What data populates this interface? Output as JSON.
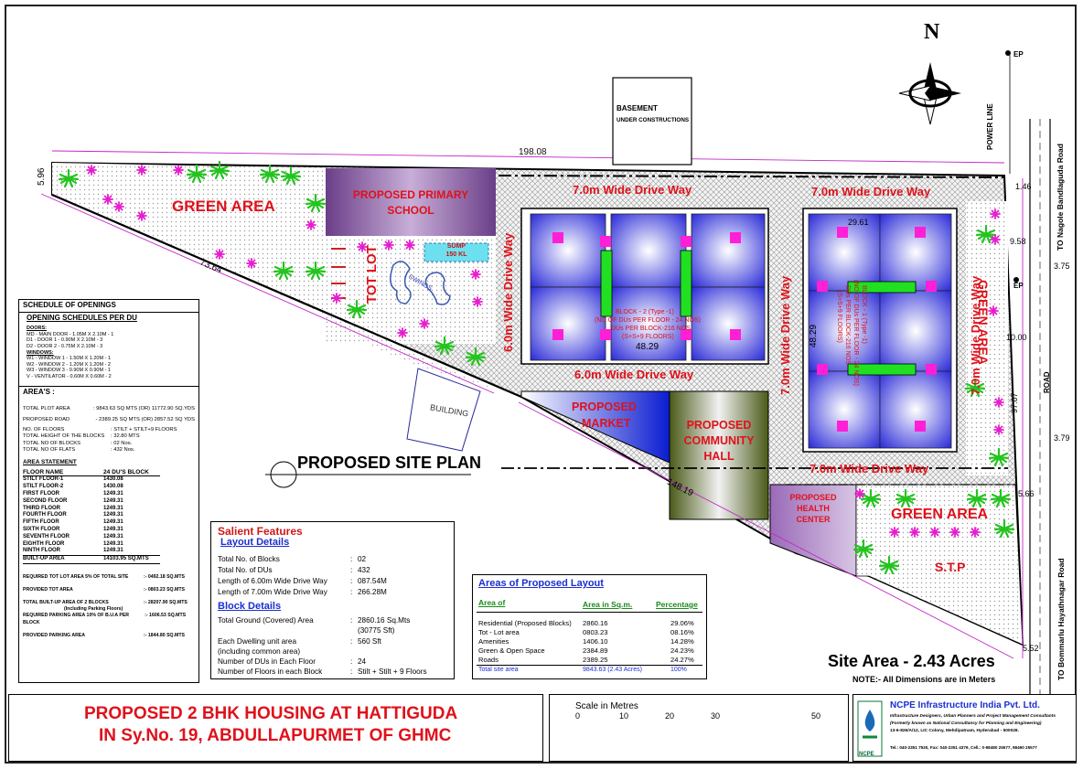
{
  "north_label": "N",
  "basement_label": [
    "BASEMENT",
    "UNDER CONSTRUCTIONS"
  ],
  "power_line": "POWER LINE",
  "ep_label": "EP",
  "road_top": "TO  Nagole Bandlaguda Road",
  "road_bottom": "TO  Bommarlu Hayathnagar Road",
  "road_mid": "ROAD",
  "dims": {
    "top": "198.08",
    "left_top": "5.96",
    "diag_upper": "73.64",
    "diag_lower": "148.19",
    "right1": "1.46",
    "right2": "9.58",
    "right3": "3.75",
    "right4": "10.00",
    "right5": "97.07",
    "right6": "3.79",
    "right7": "5.66",
    "right8": "5.52",
    "block_w1": "29.61",
    "block_w2": "48.29",
    "block_h2": "48.29"
  },
  "zones": {
    "green_area_left": "GREEN AREA",
    "school": [
      "PROPOSED PRIMARY",
      "SCHOOL"
    ],
    "tot_lot": "TOT LOT",
    "sump": [
      "SUMP",
      "150 KL"
    ],
    "swings": "SWINGS",
    "market": [
      "PROPOSED",
      "MARKET"
    ],
    "community": [
      "PROPOSED",
      "COMMUNITY",
      "HALL"
    ],
    "health": [
      "PROPOSED",
      "HEALTH",
      "CENTER"
    ],
    "green_area_right": "GREEN AREA",
    "green_area_side": "GREEN AREA",
    "stp": "S.T.P",
    "building": "BUILDING",
    "drive_top_left": "7.0m Wide Drive Way",
    "drive_top_right": "7.0m Wide Drive Way",
    "drive_bottom": "7.0m Wide Drive Way",
    "drive_6_bottom": "6.0m Wide Drive Way",
    "drive_6_left": "6.0m Wide Drive Way",
    "drive_7_mid": "7.0m Wide Drive Way",
    "drive_7_right": "7.0m Wide Drive Way",
    "block2_text": [
      "BLOCK - 2 (Type -1)",
      "(NO OF DUs PER FLOOR - 24 NOS)",
      "DUs PER BLOCK-216 NOS",
      "(S+S+9 FLOORS)"
    ],
    "block1_text": [
      "BLOCK - 1 (Type -1)",
      "(NO OF DUs PER FLOOR - 24 NOS)",
      "DUs PER BLOCK-216 NOS",
      "(S+S+9 FLOORS)"
    ]
  },
  "plan_title": "PROPOSED SITE PLAN",
  "schedule": {
    "title": "SCHEDULE OF OPENINGS",
    "subtitle": "OPENING SCHEDULES PER DU",
    "doors_head": "DOORS:",
    "doors": [
      "MD   - MAIN DOOR   - 1.05M X 2.10M  - 1",
      "D1   - DOOR 1      - 0.90M X 2.10M  - 3",
      "D2   - DOOR 2      - 0.75M X 2.10M  - 3"
    ],
    "windows_head": "WINDOWS:",
    "windows": [
      "W1   - WINDOW 1    - 1.50M X 1.20M  - 1",
      "W2   - WINDOW 2    - 1.20M X 1.20M  - 2",
      "W3   - WINDOW 3    - 0.90M X 0.90M  - 1",
      "V    - VENTILATOR  - 0.60M X 0.60M  - 2"
    ],
    "areas_head": "AREA'S :",
    "areas": [
      [
        "TOTAL PLOT AREA",
        ": 9843.63 SQ MTS (OR) 11772.90 SQ.YDS"
      ],
      [
        "PROPOSED ROAD",
        "- 2389.25 SQ MTS (OR) 2857.52 SQ YDS"
      ]
    ],
    "floors": [
      [
        "NO. OF FLOORS",
        ": STILT + STILT+9 FLOORS"
      ],
      [
        "TOTAL HEIGHT OF THE BLOCKS",
        ": 32.80 MTS"
      ],
      [
        "TOTAL NO OF BLOCKS",
        ": 02 Nos."
      ],
      [
        "TOTAL NO OF FLATS",
        ": 432 Nos."
      ]
    ],
    "statement_head": "AREA STATEMENT",
    "floor_head": [
      "FLOOR NAME",
      "24 DU'S BLOCK"
    ],
    "floor_rows": [
      [
        "STILT FLOOR-1",
        "1430.08"
      ],
      [
        "STILT FLOOR-2",
        "1430.08"
      ],
      [
        "FIRST FLOOR",
        "1249.31"
      ],
      [
        "SECOND FLOOR",
        "1249.31"
      ],
      [
        "THIRD FLOOR",
        "1249.31"
      ],
      [
        "FOURTH FLOOR",
        "1249.31"
      ],
      [
        "FIFTH FLOOR",
        "1249.31"
      ],
      [
        "SIXTH FLOOR",
        "1249.31"
      ],
      [
        "SEVENTH FLOOR",
        "1249.31"
      ],
      [
        "EIGHTH FLOOR",
        "1249.31"
      ],
      [
        "NINTH FLOOR",
        "1249.31"
      ],
      [
        "BUILT-UP AREA",
        "14103.95 SQ.MTS"
      ]
    ],
    "req_rows": [
      [
        "REQUIRED TOT LOT AREA  5% OF TOTAL SITE",
        ":- 0492.18 SQ.MTS"
      ],
      [
        "PROVIDED TOT AREA",
        ":- 0803.23 SQ.MTS"
      ],
      [
        "TOTAL BUILT-UP AREA OF 2 BLOCKS",
        ":- 28207.90 SQ.MTS"
      ],
      [
        "(Including Parking Floors)",
        ""
      ],
      [
        "REQUIRED PARKING AREA 10% OF B.U.A PER BLOCK",
        ":- 1606.53 SQ.MTS"
      ],
      [
        "PROVIDED PARKING  AREA",
        ":- 1844.80 SQ.MTS"
      ]
    ]
  },
  "salient": {
    "title": "Salient Features",
    "layout_head": "Layout Details",
    "layout_rows": [
      [
        "Total No. of Blocks",
        ":",
        "02"
      ],
      [
        "Total No. of DUs",
        ":",
        "432"
      ],
      [
        "Length of 6.00m Wide Drive Way",
        ":",
        "087.54M"
      ],
      [
        "Length of 7.00m Wide Drive Way",
        ":",
        "266.28M"
      ]
    ],
    "block_head": "Block Details",
    "block_rows": [
      [
        "Total Ground (Covered) Area",
        ":",
        "2860.16 Sq.Mts"
      ],
      [
        "",
        "",
        "(30775 Sft)"
      ],
      [
        "Each Dwelling unit area",
        ":",
        "560 Sft"
      ],
      [
        "(including common area)",
        "",
        ""
      ],
      [
        "Number of DUs in Each Floor",
        ":",
        "24"
      ],
      [
        "Number of Floors in each Block",
        ":",
        "Stilt + Stilt + 9 Floors"
      ]
    ]
  },
  "areas_layout": {
    "title": "Areas of Proposed Layout",
    "headers": [
      "Area of",
      "Area in Sq.m.",
      "Percentage"
    ],
    "rows": [
      [
        "Residential (Proposed Blocks)",
        "2860.16",
        "29.06%"
      ],
      [
        "Tot - Lot area",
        "0803.23",
        "08.16%"
      ],
      [
        "Amenities",
        "1406.10",
        "14.28%"
      ],
      [
        "Green & Open Space",
        "2384.89",
        "24.23%"
      ],
      [
        "Roads",
        "2389.25",
        "24.27%"
      ]
    ],
    "total": [
      "Total site area",
      "9843.63 (2.43 Acres)",
      "100%"
    ]
  },
  "site_area": "Site Area - 2.43 Acres",
  "note": "NOTE:- All Dimensions are in Meters",
  "title_lines": [
    "PROPOSED 2 BHK HOUSING AT HATTIGUDA",
    "IN Sy.No. 19,  ABDULLAPURMET OF GHMC"
  ],
  "scale": {
    "label": "Scale  in Metres",
    "ticks": [
      "0",
      "10",
      "20",
      "30",
      "50"
    ]
  },
  "company": {
    "name": "NCPE Infrastructure India Pvt. Ltd.",
    "line1": "Infrastructure Designers, Urban Planners and Project Management Consultants",
    "line2": "(Formerly known as National Consultancy for Planning and Engineering)",
    "line3": "13-6-826/A/12, LIC Colony, Mehdipatnam, Hyderabad - 500028.",
    "line4": "Tel.: 040-2351 7530, Fax: 040-2351 4379, Cell.: 0-98480 25577, 98490 25577",
    "logo_text": "NCPE"
  },
  "colors": {
    "red": "#e0111b",
    "blue_header": "#1a2fd0",
    "green_header": "#1a8c1a",
    "school": "#8a5aa0",
    "market": "#1a2fd0",
    "community": "#5a6a2a",
    "health": "#a87cc0",
    "block_blue": "#2929d8",
    "green_core": "#21e021",
    "magenta": "#ff1fd6"
  }
}
